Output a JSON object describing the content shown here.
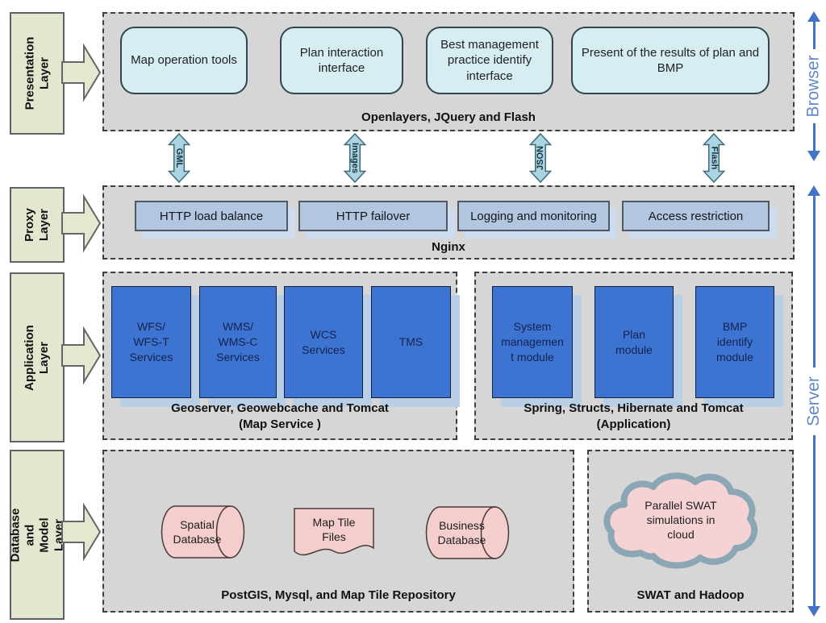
{
  "layers": {
    "presentation": {
      "label": "Presentation Layer"
    },
    "proxy": {
      "label": "Proxy Layer"
    },
    "application": {
      "label": "Application Layer"
    },
    "database": {
      "label": "Database and Model Layer"
    }
  },
  "presentation": {
    "boxes": [
      "Map operation tools",
      "Plan interaction interface",
      "Best management practice identify interface",
      "Present of the results of plan and BMP"
    ],
    "caption": "Openlayers, JQuery and Flash"
  },
  "connectors": [
    "GML",
    "Images",
    "JSON",
    "Flash"
  ],
  "proxy": {
    "boxes": [
      "HTTP load balance",
      "HTTP failover",
      "Logging and monitoring",
      "Access restriction"
    ],
    "caption": "Nginx"
  },
  "application": {
    "map_service": {
      "boxes": [
        "WFS/\nWFS-T\nServices",
        "WMS/\nWMS-C\nServices",
        "WCS\nServices",
        "TMS"
      ],
      "caption": "Geoserver, Geowebcache and Tomcat\n(Map Service )"
    },
    "app": {
      "boxes": [
        "System\nmanagemen\nt module",
        "Plan\nmodule",
        "BMP\nidentify\nmodule"
      ],
      "caption": "Spring, Structs, Hibernate and Tomcat\n(Application)"
    }
  },
  "database": {
    "spatial_db": "Spatial\nDatabase",
    "map_tile_files": "Map Tile\nFiles",
    "business_db": "Business\nDatabase",
    "caption": "PostGIS, Mysql, and Map Tile Repository",
    "cloud": "Parallel SWAT\nsimulations in\ncloud",
    "caption_right": "SWAT and Hadoop"
  },
  "side": {
    "browser": "Browser",
    "server": "Server"
  },
  "colors": {
    "container_fill": "#d6d6d6",
    "cyan_box": "#d6edf2",
    "proxy_box": "#b3c6df",
    "blue_box": "#3d74d1",
    "pink_shape": "#f3cecd",
    "label_box": "#e2e7cf",
    "connector_arrow": "#aad4e2",
    "side_arrow": "#4472c4"
  }
}
